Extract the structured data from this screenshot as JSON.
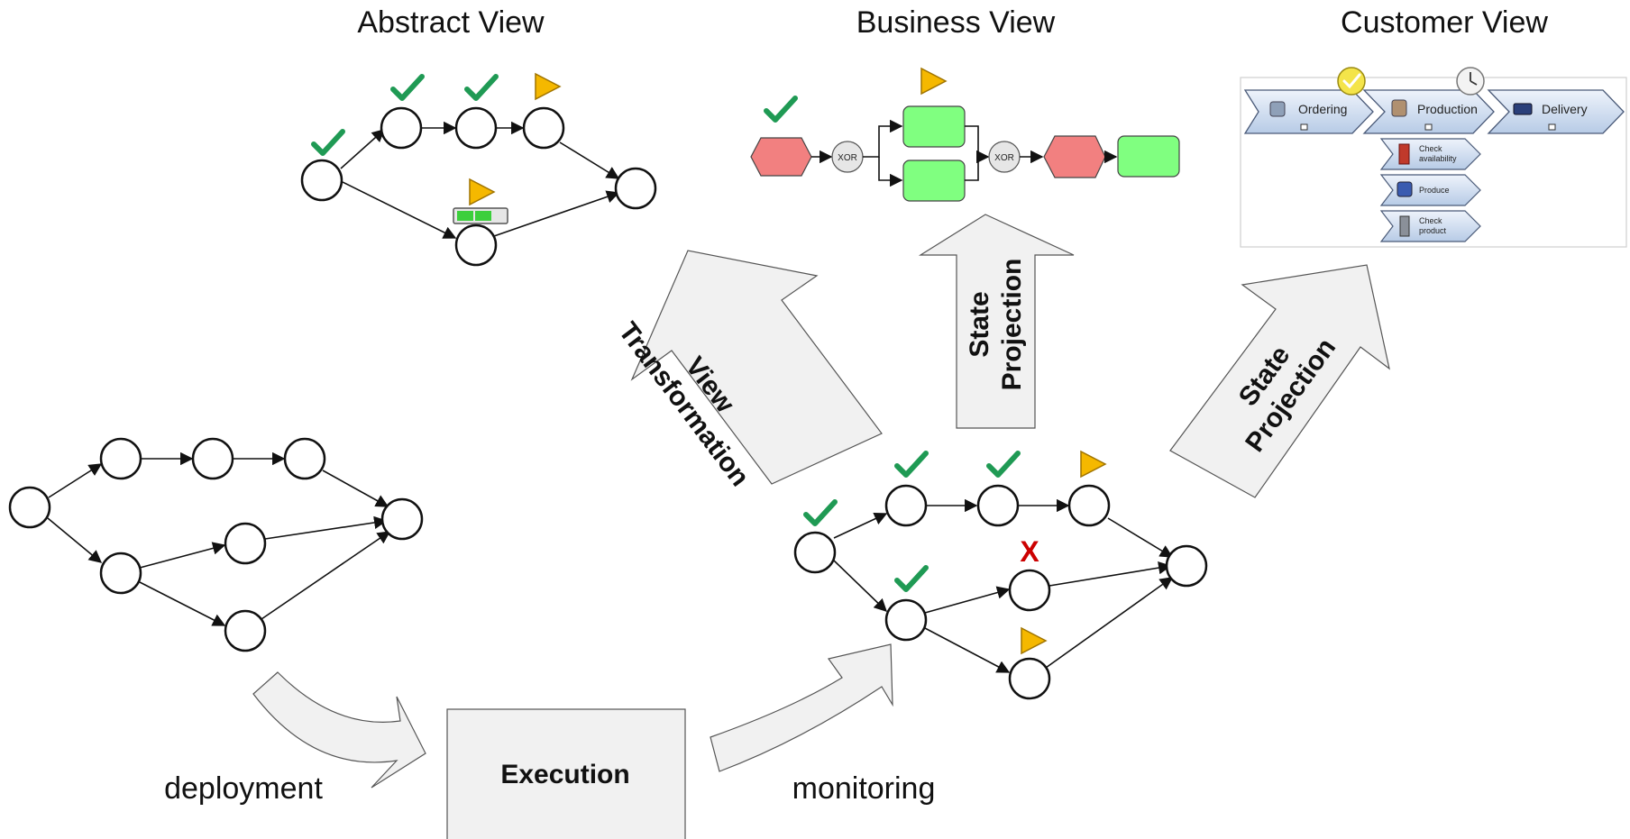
{
  "views": {
    "abstract": "Abstract View",
    "business": "Business View",
    "customer": "Customer View"
  },
  "labels": {
    "deployment": "deployment",
    "execution": "Execution",
    "monitoring": "monitoring",
    "view_transformation_1": "View",
    "view_transformation_2": "Transformation",
    "state_projection_1": "State",
    "state_projection_2": "Projection"
  },
  "business_model": {
    "gateway_label": "XOR"
  },
  "customer_model": {
    "steps": [
      "Ordering",
      "Production",
      "Delivery"
    ],
    "substeps": [
      {
        "line1": "Check",
        "line2": "availability"
      },
      {
        "line1": "Produce",
        "line2": ""
      },
      {
        "line1": "Check",
        "line2": "product"
      }
    ]
  },
  "status": {
    "failed_mark": "X"
  },
  "colors": {
    "check_green": "#1f9a54",
    "running_flag": "#f5b800",
    "event_red": "#f28080",
    "function_green": "#80ff80",
    "failed_red": "#cc0000",
    "chevron_blue": "#c9d8ee",
    "arrow_fill": "#f1f1f1"
  }
}
